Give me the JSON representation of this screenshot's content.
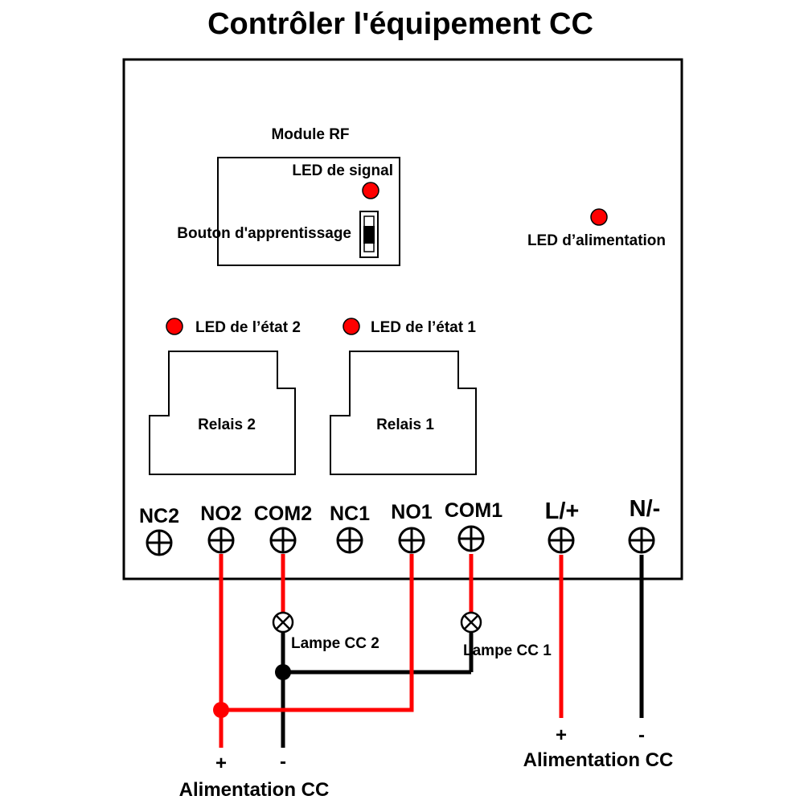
{
  "title": "Contrôler l'équipement CC",
  "rf_module": {
    "label": "Module RF",
    "signal_led": "LED de signal",
    "learn_button": "Bouton d'apprentissage"
  },
  "power_led": "LED d’alimentation",
  "status_leds": {
    "led2": "LED de l’état 2",
    "led1": "LED de l’état 1"
  },
  "relays": {
    "relay2": "Relais 2",
    "relay1": "Relais 1"
  },
  "terminals": {
    "nc2": "NC2",
    "no2": "NO2",
    "com2": "COM2",
    "nc1": "NC1",
    "no1": "NO1",
    "com1": "COM1",
    "l_plus": "L/+",
    "n_minus": "N/-"
  },
  "lamps": {
    "lamp2": "Lampe CC 2",
    "lamp1": "Lampe CC 1"
  },
  "supply_left": {
    "plus": "+",
    "minus": "-",
    "label": "Alimentation CC"
  },
  "supply_right": {
    "plus": "+",
    "minus": "-",
    "label": "Alimentation CC"
  },
  "colors": {
    "wire_positive": "#ff0000",
    "wire_negative": "#000000",
    "led": "#ff0000"
  }
}
